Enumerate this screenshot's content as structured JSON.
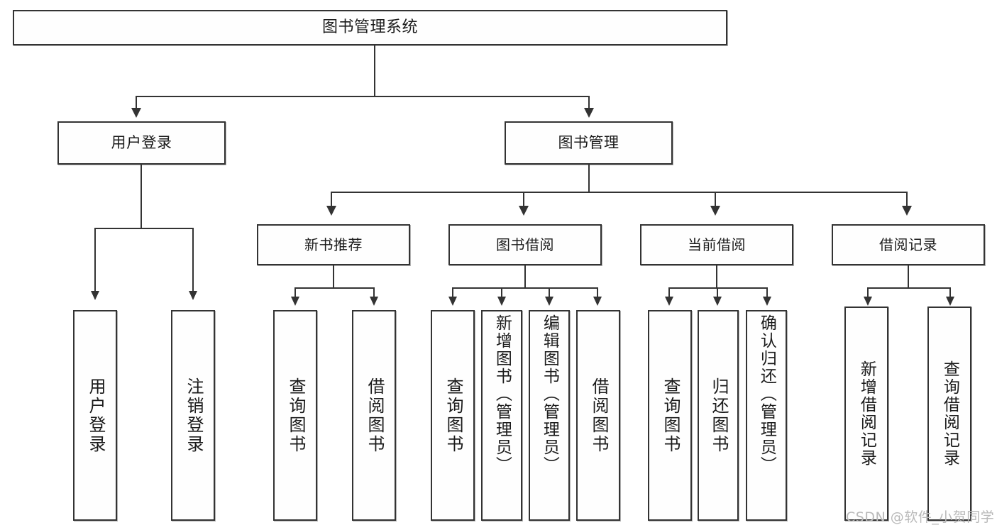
{
  "diagram": {
    "title": "图书管理系统",
    "type": "tree",
    "root": {
      "label": "图书管理系统"
    },
    "level2": [
      {
        "label": "用户登录"
      },
      {
        "label": "图书管理"
      }
    ],
    "level3": [
      {
        "label": "新书推荐"
      },
      {
        "label": "图书借阅"
      },
      {
        "label": "当前借阅"
      },
      {
        "label": "借阅记录"
      }
    ],
    "leaves": {
      "user_login": [
        {
          "label": "用户登录"
        },
        {
          "label": "注销登录"
        }
      ],
      "new_book_recommend": [
        {
          "label": "查询图书"
        },
        {
          "label": "借阅图书"
        }
      ],
      "book_borrow": [
        {
          "label": "查询图书"
        },
        {
          "label": "新增图书（管理员）"
        },
        {
          "label": "编辑图书（管理员）"
        },
        {
          "label": "借阅图书"
        }
      ],
      "current_borrow": [
        {
          "label": "查询图书"
        },
        {
          "label": "归还图书"
        },
        {
          "label": "确认归还（管理员）"
        }
      ],
      "borrow_record": [
        {
          "label": "新增借阅记录"
        },
        {
          "label": "查询借阅记录"
        }
      ]
    }
  },
  "watermark": {
    "text": "CSDN @软件_小贺同学"
  },
  "colors": {
    "stroke": "#333333",
    "box_fill": "#fefefe",
    "text": "#1b1b1b",
    "watermark": "#b9b9b9",
    "background": "#ffffff"
  }
}
